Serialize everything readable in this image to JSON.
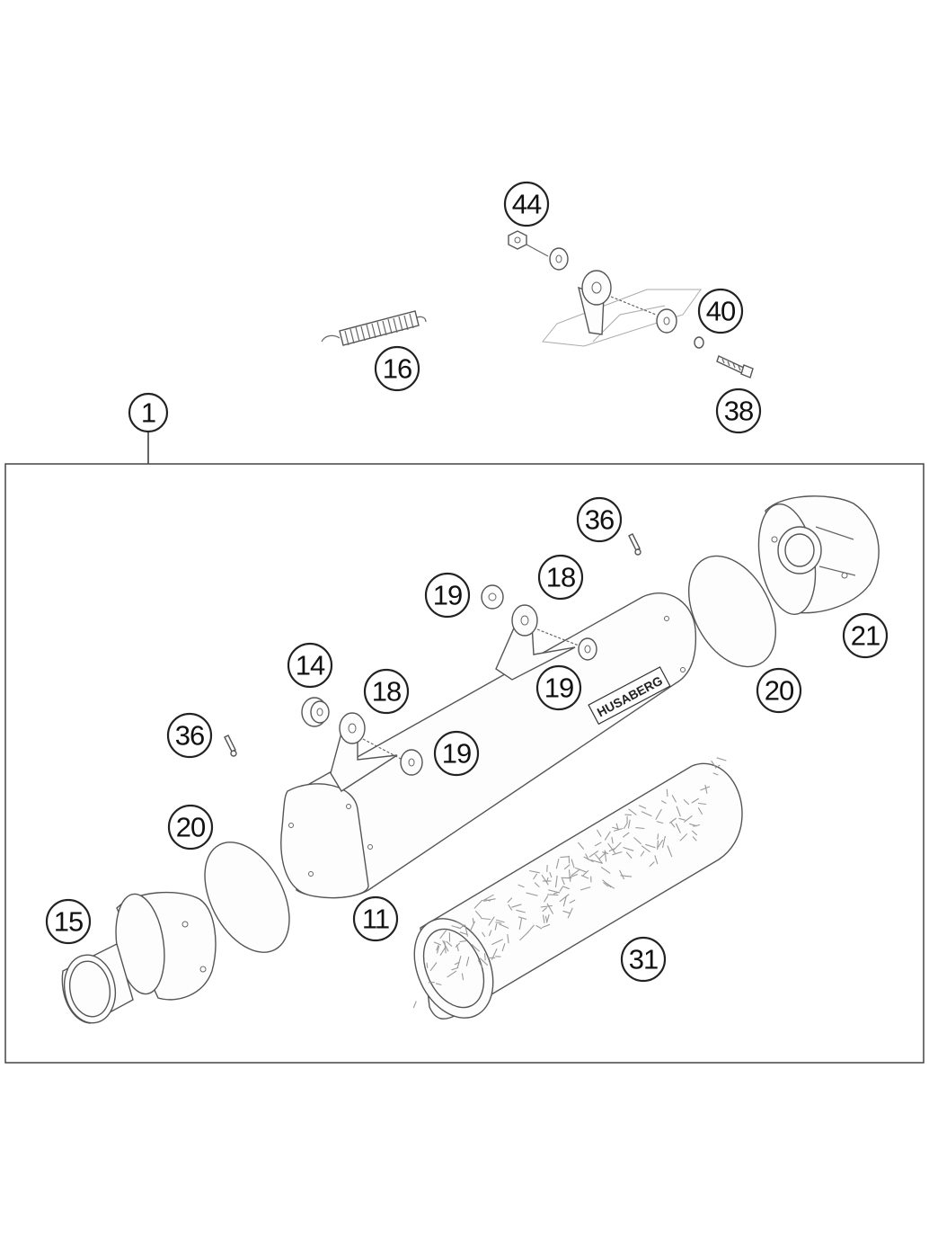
{
  "callouts": [
    {
      "id": "c44",
      "label": "44"
    },
    {
      "id": "c40",
      "label": "40"
    },
    {
      "id": "c16",
      "label": "16"
    },
    {
      "id": "c38",
      "label": "38"
    },
    {
      "id": "c1",
      "label": "1"
    },
    {
      "id": "c36a",
      "label": "36"
    },
    {
      "id": "c19a",
      "label": "19"
    },
    {
      "id": "c18a",
      "label": "18"
    },
    {
      "id": "c21",
      "label": "21"
    },
    {
      "id": "c14",
      "label": "14"
    },
    {
      "id": "c18b",
      "label": "18"
    },
    {
      "id": "c19b",
      "label": "19"
    },
    {
      "id": "c20a",
      "label": "20"
    },
    {
      "id": "c36b",
      "label": "36"
    },
    {
      "id": "c19c",
      "label": "19"
    },
    {
      "id": "c20b",
      "label": "20"
    },
    {
      "id": "c15",
      "label": "15"
    },
    {
      "id": "c11",
      "label": "11"
    },
    {
      "id": "c31",
      "label": "31"
    }
  ],
  "logo_text": "HUSABERG"
}
